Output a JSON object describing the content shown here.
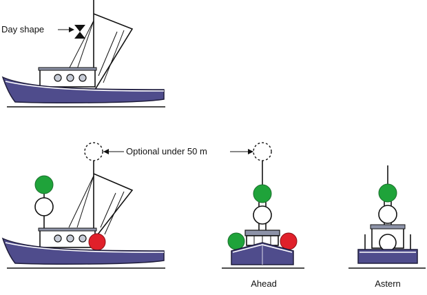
{
  "labels": {
    "day_shape": "Day shape",
    "optional": "Optional under 50 m",
    "ahead": "Ahead",
    "astern": "Astern"
  },
  "colors": {
    "hull": "#4f4c8c",
    "green_light": "#1fa33a",
    "red_light": "#e0202a",
    "white_light": "#ffffff"
  }
}
